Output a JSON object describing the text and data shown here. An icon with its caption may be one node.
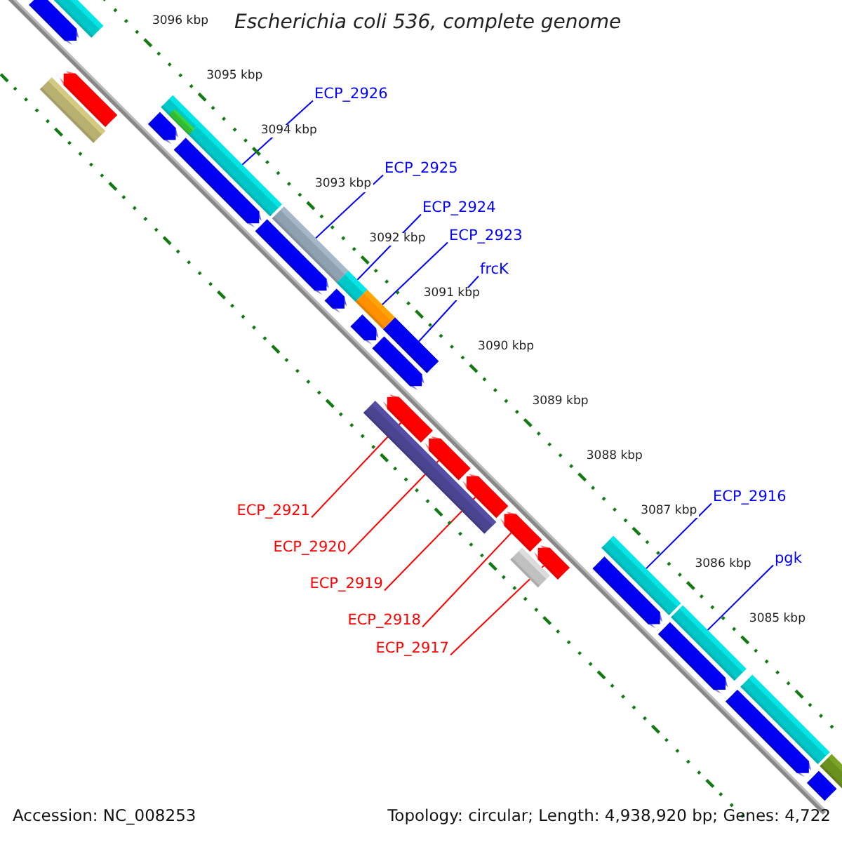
{
  "diagram": {
    "title": "Escherichia coli 536, complete genome",
    "nodes": [
      {
        "text": [
          "ECP_2926"
        ]
      },
      {
        "text": [
          "ECP_2925"
        ]
      },
      {
        "text": [
          "ECP_2924"
        ]
      },
      {
        "text": [
          "ECP_2923"
        ]
      },
      {
        "text": [
          "frcK"
        ]
      },
      {
        "text": [
          "ECP_2921"
        ]
      },
      {
        "text": [
          "ECP_2920"
        ]
      },
      {
        "text": [
          "ECP_2919"
        ]
      },
      {
        "text": [
          "ECP_2918"
        ]
      },
      {
        "text": [
          "ECP_2917"
        ]
      },
      {
        "text": [
          "ECP_2916"
        ]
      },
      {
        "text": [
          "pgk"
        ]
      },
      {
        "text": [],
        "shape": "pentagon"
      },
      {
        "text": [],
        "shape": "box"
      },
      {
        "text": [],
        "shape": "box"
      },
      {
        "text": [],
        "shape": "pentagon"
      },
      {
        "text": [],
        "shape": "pentagon"
      },
      {
        "text": [],
        "shape": "box"
      },
      {
        "text": [],
        "shape": "box",
        "in": 17
      },
      {
        "text": [],
        "shape": "box"
      },
      {
        "text": [],
        "shape": "pentagon"
      },
      {
        "text": [],
        "shape": "pentagon"
      },
      {
        "text": [],
        "shape": "box"
      },
      {
        "text": [],
        "shape": "box"
      },
      {
        "text": [],
        "shape": "pentagon"
      },
      {
        "text": [],
        "shape": "box"
      },
      {
        "text": [],
        "shape": "pentagon"
      },
      {
        "text": [],
        "shape": "box"
      },
      {
        "text": [],
        "shape": "pentagon"
      },
      {
        "text": [],
        "shape": "box"
      },
      {
        "text": [],
        "shape": "pentagon"
      },
      {
        "text": [],
        "shape": "pentagon"
      },
      {
        "text": [],
        "shape": "pentagon"
      },
      {
        "text": [],
        "shape": "pentagon"
      },
      {
        "text": [],
        "shape": "box"
      },
      {
        "text": [],
        "shape": "pentagon"
      },
      {
        "text": [],
        "shape": "box"
      },
      {
        "text": [],
        "shape": "pentagon"
      },
      {
        "text": [],
        "shape": "box"
      },
      {
        "text": [],
        "shape": "pentagon"
      },
      {
        "text": [],
        "shape": "box"
      },
      {
        "text": [],
        "shape": "pentagon"
      },
      {
        "text": [],
        "shape": "box"
      },
      {
        "text": [],
        "shape": "box"
      }
    ],
    "edges": [
      {
        "from": 0,
        "to": 19,
        "arrow": "none"
      },
      {
        "from": 1,
        "to": 22,
        "arrow": "none"
      },
      {
        "from": 2,
        "to": 23,
        "arrow": "none"
      },
      {
        "from": 3,
        "to": 25,
        "arrow": "none"
      },
      {
        "from": 4,
        "to": 27,
        "arrow": "none"
      },
      {
        "from": 5,
        "to": 30,
        "arrow": "none",
        "color": "#ff0000"
      },
      {
        "from": 6,
        "to": 31,
        "arrow": "none",
        "color": "#ff0000"
      },
      {
        "from": 7,
        "to": 32,
        "arrow": "none",
        "color": "#ff0000"
      },
      {
        "from": 8,
        "to": 33,
        "arrow": "none",
        "color": "#ff0000"
      },
      {
        "from": 9,
        "to": 35,
        "arrow": "none",
        "color": "#ff0000"
      },
      {
        "from": 10,
        "to": 36,
        "arrow": "none"
      },
      {
        "from": 11,
        "to": 38,
        "arrow": "none"
      }
    ],
    "labels": [
      "3096 kbp",
      "3095 kbp",
      "3094 kbp",
      "3093 kbp",
      "3092 kbp",
      "3091 kbp",
      "3090 kbp",
      "3089 kbp",
      "3088 kbp",
      "3087 kbp",
      "3086 kbp",
      "3085 kbp",
      "Accession: NC_008253",
      "Topology: circular; Length: 4,938,920 bp; Genes: 4,722"
    ]
  }
}
